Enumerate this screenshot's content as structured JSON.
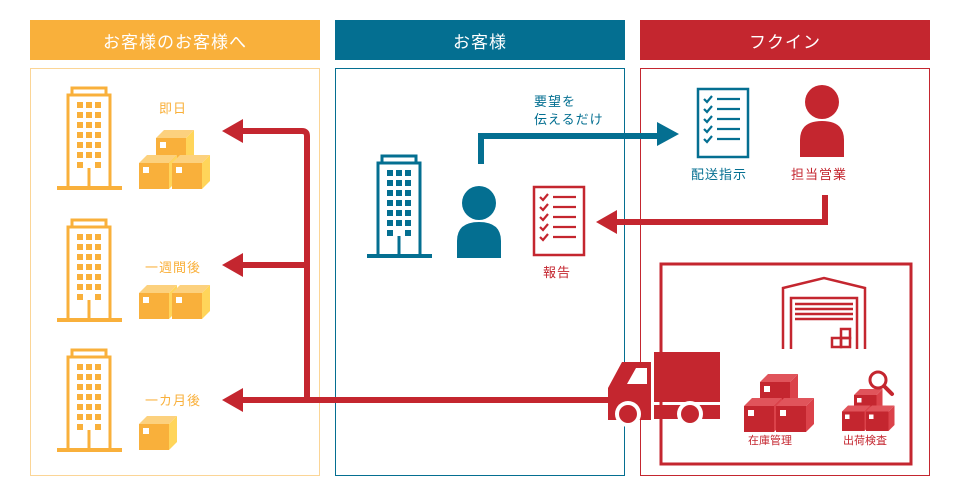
{
  "colors": {
    "customer_of_customer": "#F9B03B",
    "customer": "#046F91",
    "fukuin": "#C4262F"
  },
  "columns": [
    {
      "header": "お客様のお客様へ"
    },
    {
      "header": "お客様"
    },
    {
      "header": "フクイン"
    }
  ],
  "deliveries": [
    {
      "label": "即日",
      "icon": "three-boxes-icon"
    },
    {
      "label": "一週間後",
      "icon": "two-boxes-icon"
    },
    {
      "label": "一カ月後",
      "icon": "single-box-icon"
    }
  ],
  "customer": {
    "request_label_line1": "要望を",
    "request_label_line2": "伝えるだけ",
    "report_label": "報告"
  },
  "fukuin": {
    "delivery_instruction_label": "配送指示",
    "sales_rep_label": "担当営業",
    "inventory_label": "在庫管理",
    "inspection_label": "出荷検査"
  }
}
